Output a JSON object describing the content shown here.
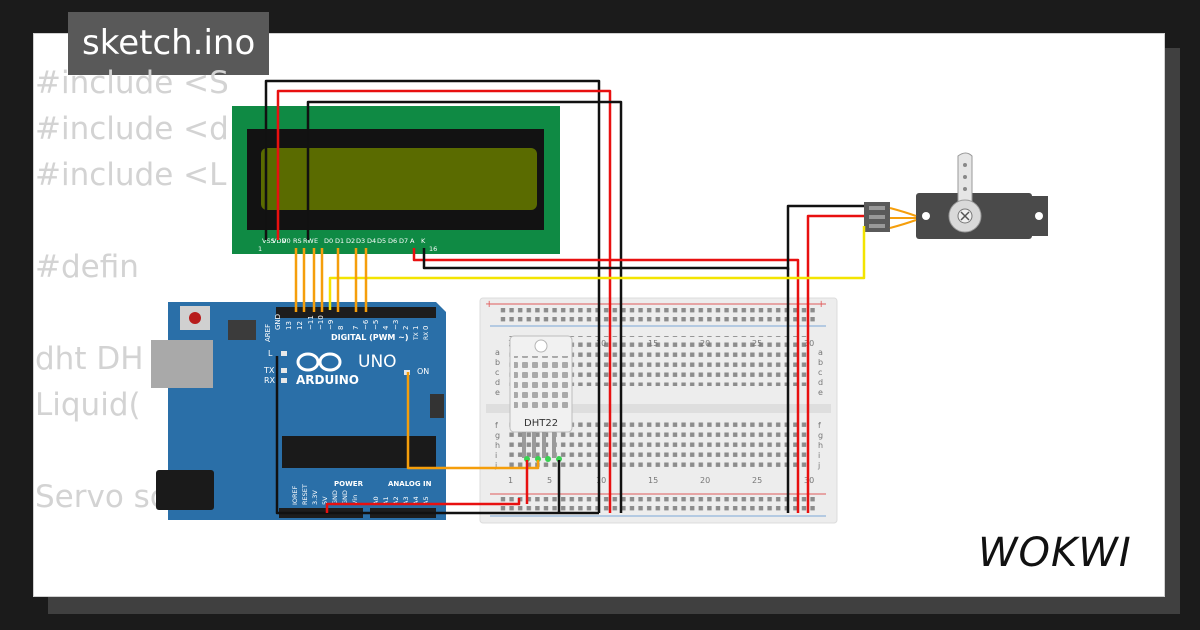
{
  "tab": {
    "filename": "sketch.ino"
  },
  "code_lines": [
    "#include <S",
    "#include <d",
    "#include <L",
    "",
    "#defin",
    "",
    "dht DH",
    "Liquid(              0,",
    "",
    "Servo scanner;"
  ],
  "board": {
    "brand": "ARDUINO",
    "model": "UNO",
    "digital_label": "DIGITAL (PWM ~)",
    "power_label": "POWER",
    "analog_label": "ANALOG IN",
    "on_label": "ON",
    "l_label": "L",
    "tx_label": "TX",
    "rx_label": "RX",
    "aref_label": "AREF",
    "gnd_label": "GND",
    "digital_pins": [
      "13",
      "12",
      "~11",
      "~10",
      "~9",
      "8",
      "7",
      "~6",
      "~5",
      "4",
      "~3",
      "2",
      "1",
      "0"
    ],
    "txrx_labels": [
      "TX",
      "RX"
    ],
    "power_pins": [
      "IOREF",
      "RESET",
      "3.3V",
      "5V",
      "GND",
      "GND",
      "Vin"
    ],
    "analog_pins": [
      "A0",
      "A1",
      "A2",
      "A3",
      "A4",
      "A5"
    ]
  },
  "lcd": {
    "pins": [
      "VSS",
      "VDD",
      "V0",
      "RS",
      "RW",
      "E",
      "D0",
      "D1",
      "D2",
      "D3",
      "D4",
      "D5",
      "D6",
      "D7",
      "A",
      "K"
    ],
    "first_pin": "1",
    "last_pin": "16"
  },
  "sensor": {
    "label": "DHT22"
  },
  "breadboard": {
    "column_numbers": [
      "1",
      "5",
      "10",
      "15",
      "20",
      "25",
      "30"
    ],
    "rows_top": [
      "a",
      "b",
      "c",
      "d",
      "e"
    ],
    "rows_bottom": [
      "f",
      "g",
      "h",
      "i",
      "j"
    ],
    "plus": "+"
  },
  "logo": {
    "text": "WOKWI"
  },
  "colors": {
    "background": "#1b1b1b",
    "card": "#ffffff",
    "tab": "#595959",
    "code": "#d3d3d3",
    "arduino": "#2a6fa8",
    "lcd_pcb": "#0f8a44",
    "lcd_screen": "#5a6b00",
    "wire_red": "#e81010",
    "wire_black": "#111111",
    "wire_yellow": "#f3e400",
    "wire_orange": "#f59e0b"
  }
}
